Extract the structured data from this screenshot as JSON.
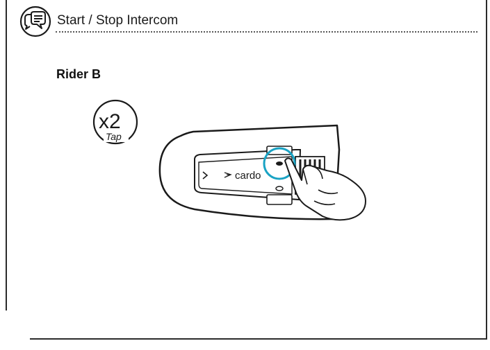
{
  "header": {
    "title": "Start / Stop Intercom",
    "icon": "intercom-chat-icon"
  },
  "section": {
    "rider_label": "Rider B"
  },
  "gesture": {
    "count_label": "x2",
    "action_label": "Tap",
    "icon": "double-tap-icon"
  },
  "device": {
    "brand_label": "cardo",
    "icon": "intercom-device-illustration"
  }
}
